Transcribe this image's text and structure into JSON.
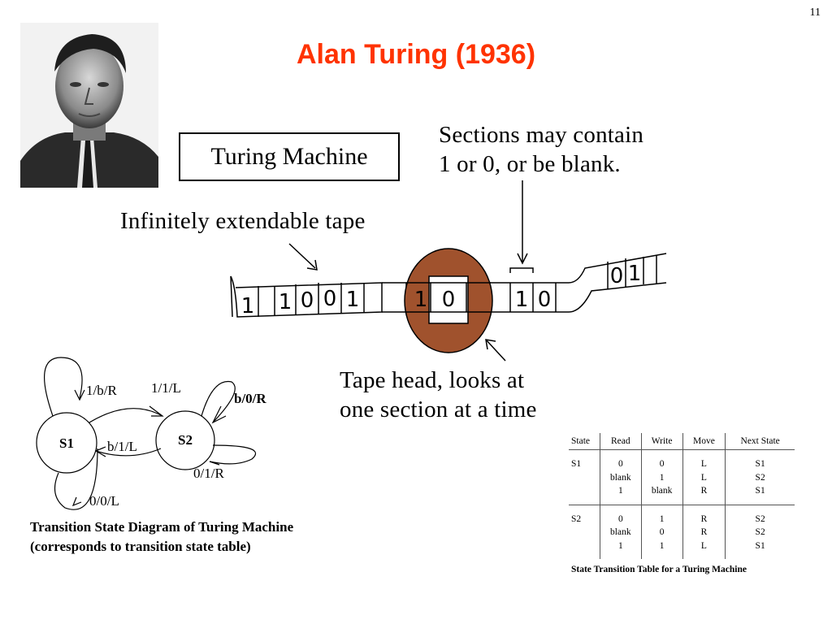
{
  "slide": {
    "number": "11",
    "title": "Alan Turing (1936)",
    "machine_label": "Turing Machine",
    "sections_label": "Sections may contain\n1 or 0, or be blank.",
    "tape_label": "Infinitely extendable tape",
    "head_label": "Tape head, looks at\none section at a time"
  },
  "tape": {
    "left_cells": [
      "1",
      "1",
      "0",
      "0",
      "1"
    ],
    "head_cell": "0",
    "head_cell_prefix": "1",
    "right_cells": [
      "1",
      "0"
    ],
    "far_right_cells": [
      "0",
      "1"
    ],
    "head_color": "#a0522d"
  },
  "diagram": {
    "states": [
      "S1",
      "S2"
    ],
    "transitions": {
      "s1_loop_top": "1/b/R",
      "s1_to_s2_top": "1/1/L",
      "s2_loop_top": "b/0/R",
      "s2_to_s1": "b/1/L",
      "s2_loop_bottom": "0/1/R",
      "s1_loop_bottom": "0/0/L"
    },
    "caption": "Transition State Diagram of Turing Machine (corresponds to transition state table)"
  },
  "table": {
    "headers": [
      "State",
      "Read",
      "Write",
      "Move",
      "Next State"
    ],
    "groups": [
      {
        "state": "S1",
        "read": [
          "0",
          "blank",
          "1"
        ],
        "write": [
          "0",
          "1",
          "blank"
        ],
        "move": [
          "L",
          "L",
          "R"
        ],
        "next": [
          "S1",
          "S2",
          "S1"
        ]
      },
      {
        "state": "S2",
        "read": [
          "0",
          "blank",
          "1"
        ],
        "write": [
          "1",
          "0",
          "1"
        ],
        "move": [
          "R",
          "R",
          "L"
        ],
        "next": [
          "S2",
          "S2",
          "S1"
        ]
      }
    ],
    "caption": "State Transition Table for a Turing Machine"
  }
}
